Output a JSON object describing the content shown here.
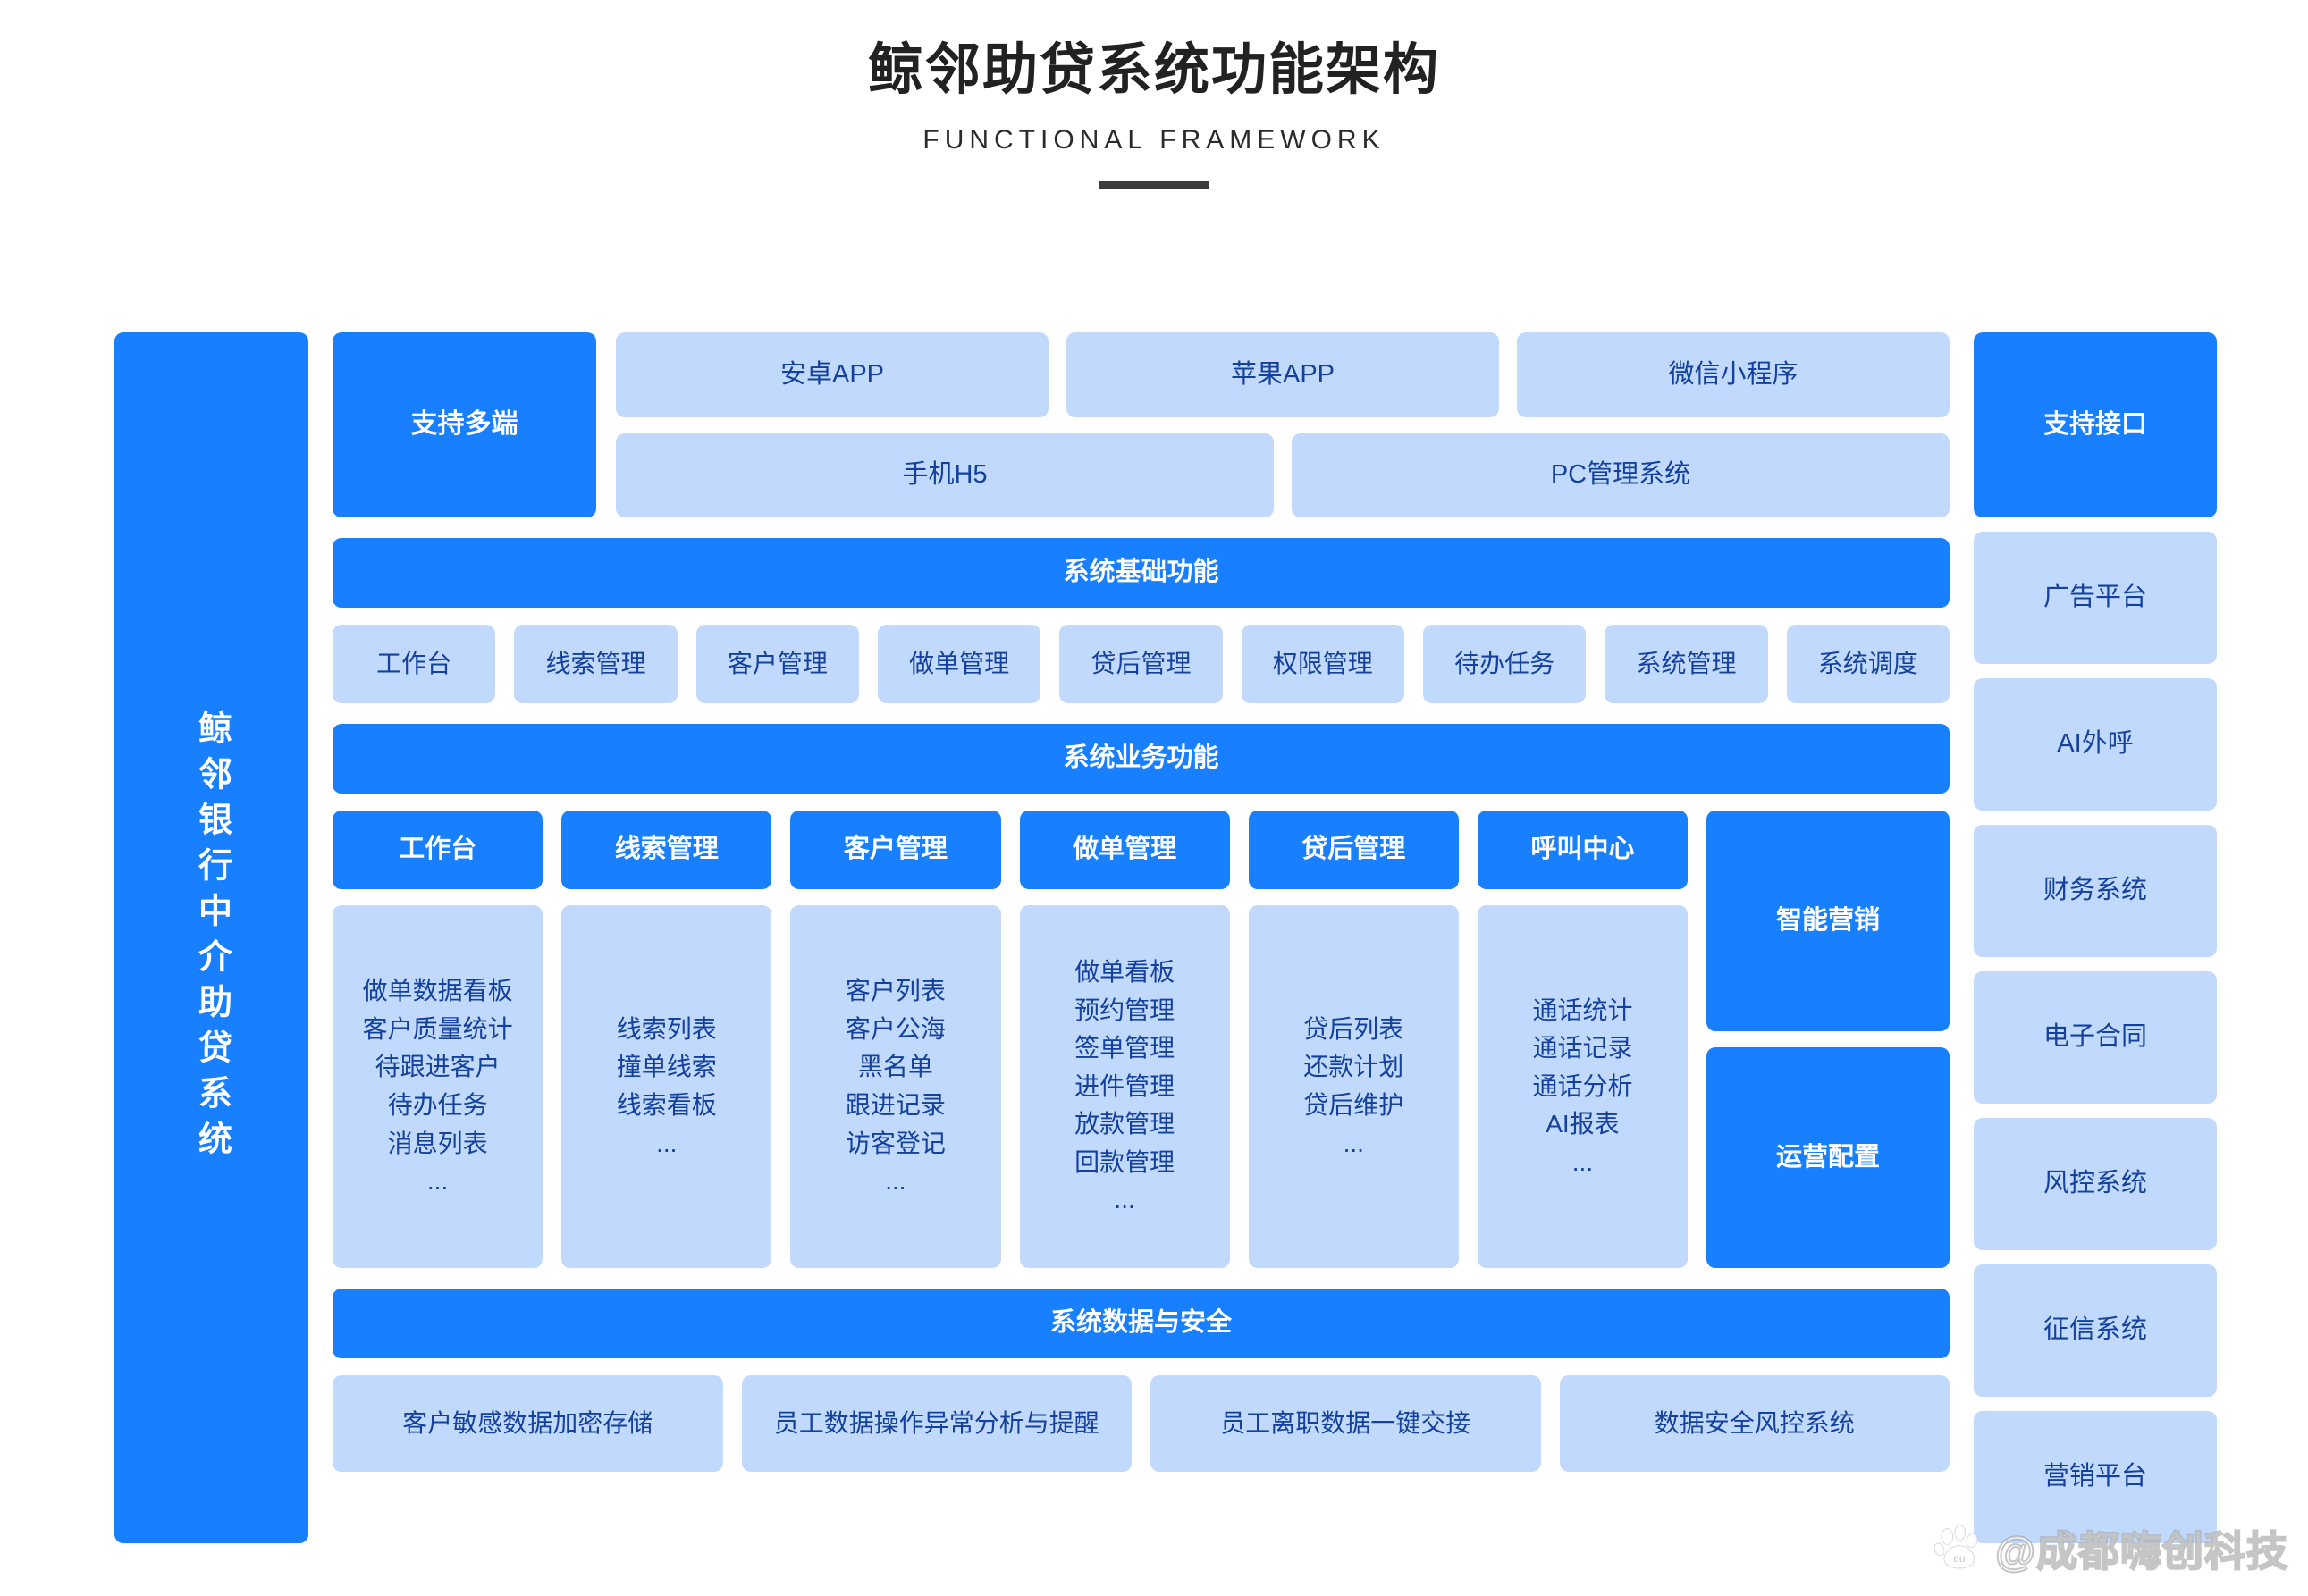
{
  "header": {
    "title": "鲸邻助贷系统功能架构",
    "subtitle": "FUNCTIONAL  FRAMEWORK"
  },
  "brand": {
    "vertical_label": "鲸邻银行中介助贷系统"
  },
  "colors": {
    "primary": "#1880ff",
    "light": "#c1d9fd",
    "light_text": "#13419c",
    "page_bg": "#ffffff",
    "title_text": "#222222"
  },
  "terminals": {
    "label": "支持多端",
    "top": [
      "安卓APP",
      "苹果APP",
      "微信小程序"
    ],
    "bottom": [
      "手机H5",
      "PC管理系统"
    ]
  },
  "base_section": {
    "band": "系统基础功能",
    "items": [
      "工作台",
      "线索管理",
      "客户管理",
      "做单管理",
      "贷后管理",
      "权限管理",
      "待办任务",
      "系统管理",
      "系统调度"
    ]
  },
  "business_section": {
    "band": "系统业务功能",
    "columns": [
      {
        "head": "工作台",
        "items": [
          "做单数据看板",
          "客户质量统计",
          "待跟进客户",
          "待办任务",
          "消息列表",
          "..."
        ]
      },
      {
        "head": "线索管理",
        "items": [
          "线索列表",
          "撞单线索",
          "线索看板",
          "..."
        ]
      },
      {
        "head": "客户管理",
        "items": [
          "客户列表",
          "客户公海",
          "黑名单",
          "跟进记录",
          "访客登记",
          "..."
        ]
      },
      {
        "head": "做单管理",
        "items": [
          "做单看板",
          "预约管理",
          "签单管理",
          "进件管理",
          "放款管理",
          "回款管理",
          "..."
        ]
      },
      {
        "head": "贷后管理",
        "items": [
          "贷后列表",
          "还款计划",
          "贷后维护",
          "..."
        ]
      },
      {
        "head": "呼叫中心",
        "items": [
          "通话统计",
          "通话记录",
          "通话分析",
          "AI报表",
          "..."
        ]
      }
    ],
    "side_blocks": [
      "智能营销",
      "运营配置"
    ]
  },
  "security_section": {
    "band": "系统数据与安全",
    "items": [
      "客户敏感数据加密存储",
      "员工数据操作异常分析与提醒",
      "员工离职数据一键交接",
      "数据安全风控系统"
    ]
  },
  "interfaces": {
    "label": "支持接口",
    "items": [
      "广告平台",
      "AI外呼",
      "财务系统",
      "电子合同",
      "风控系统",
      "征信系统",
      "营销平台"
    ]
  },
  "watermark": {
    "text": "@成都嗨创科技",
    "icon": "baidu-paw-icon"
  }
}
